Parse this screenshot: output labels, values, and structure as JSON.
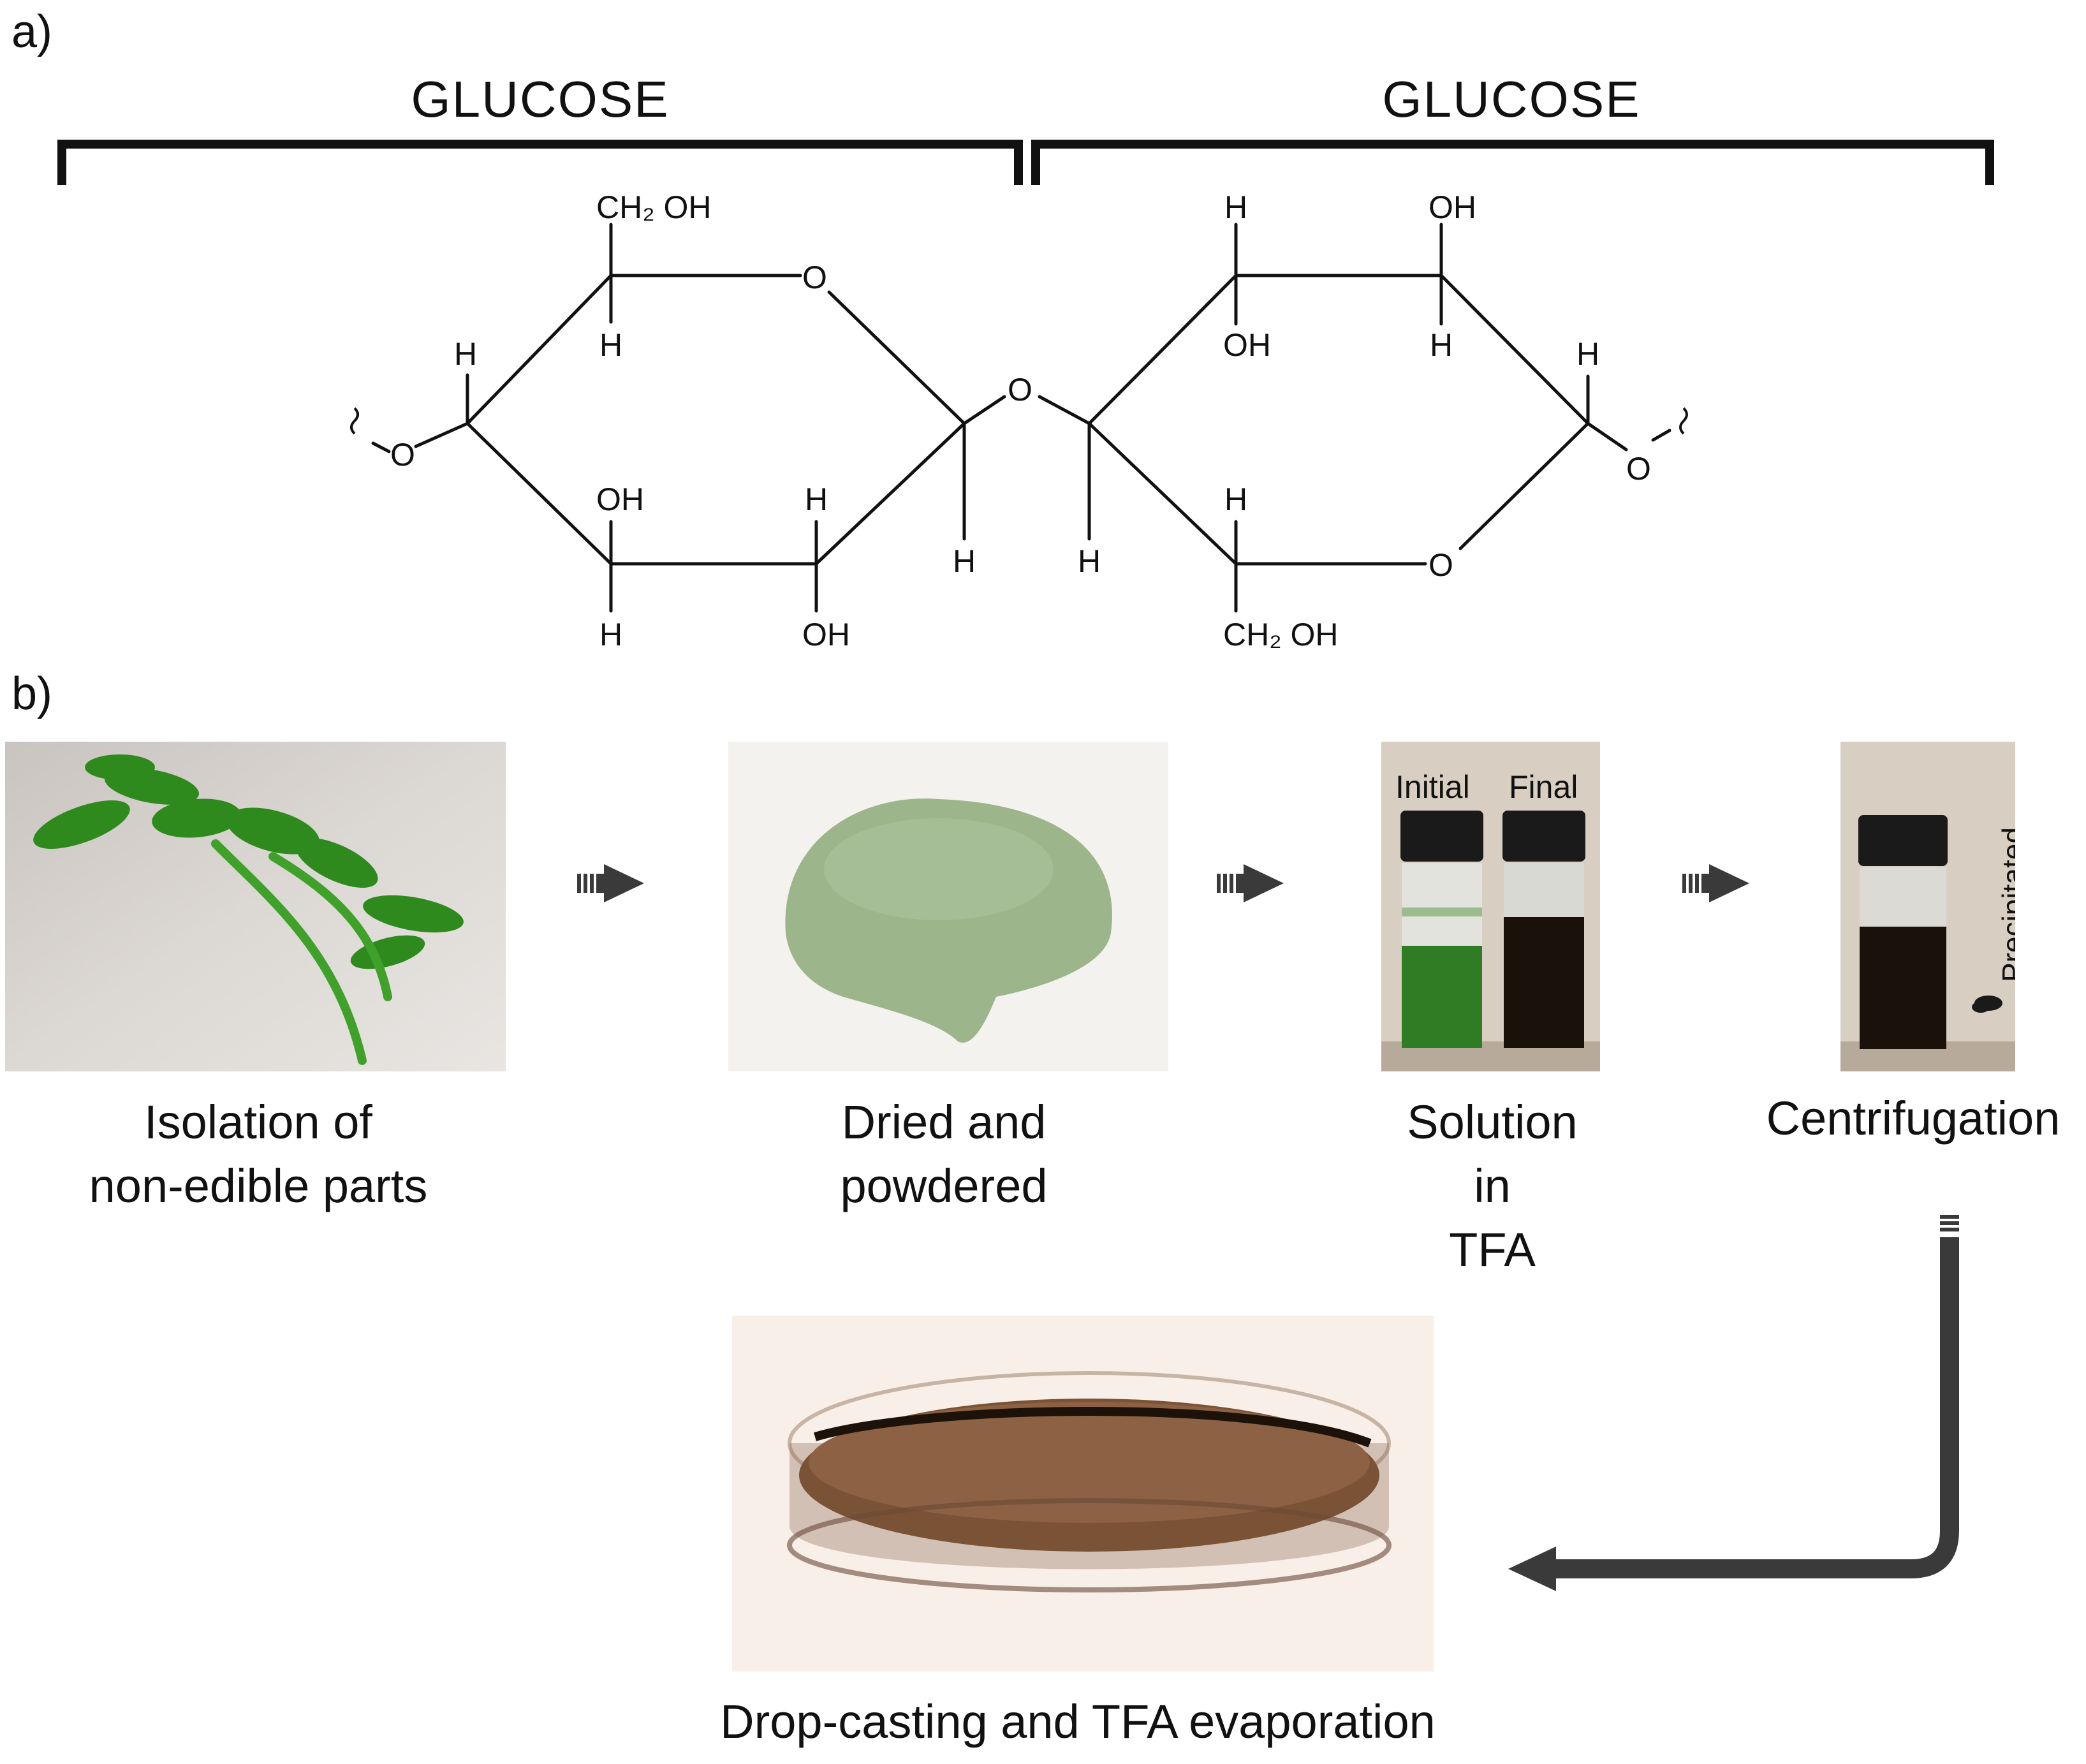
{
  "panel_labels": {
    "a": "a)",
    "b": "b)"
  },
  "structure": {
    "left_unit": "GLUCOSE",
    "right_unit": "GLUCOSE",
    "atoms": {
      "ch2oh_top": "CH₂ OH",
      "ch2oh_bottom": "CH₂ OH",
      "o": "O",
      "h": "H",
      "oh": "OH"
    }
  },
  "steps": {
    "step1": {
      "line1": "Isolation of",
      "line2": "non-edible parts"
    },
    "step2": {
      "line1": "Dried and",
      "line2": "powdered"
    },
    "step3": {
      "line1": "Solution",
      "line2": "in",
      "line3": "TFA",
      "vial_initial": "Initial",
      "vial_final": "Final"
    },
    "step4": {
      "line1": "Centrifugation",
      "precipitated": "Precipitated"
    },
    "step5": {
      "line1": "Drop-casting and TFA evaporation"
    }
  },
  "colors": {
    "line": "#111111",
    "arrow": "#3a3a3a",
    "leaf_green": "#2f8a1e",
    "powder_green": "#9cb58a",
    "dark_solution": "#1a120a",
    "film_brown": "#7a5236"
  }
}
